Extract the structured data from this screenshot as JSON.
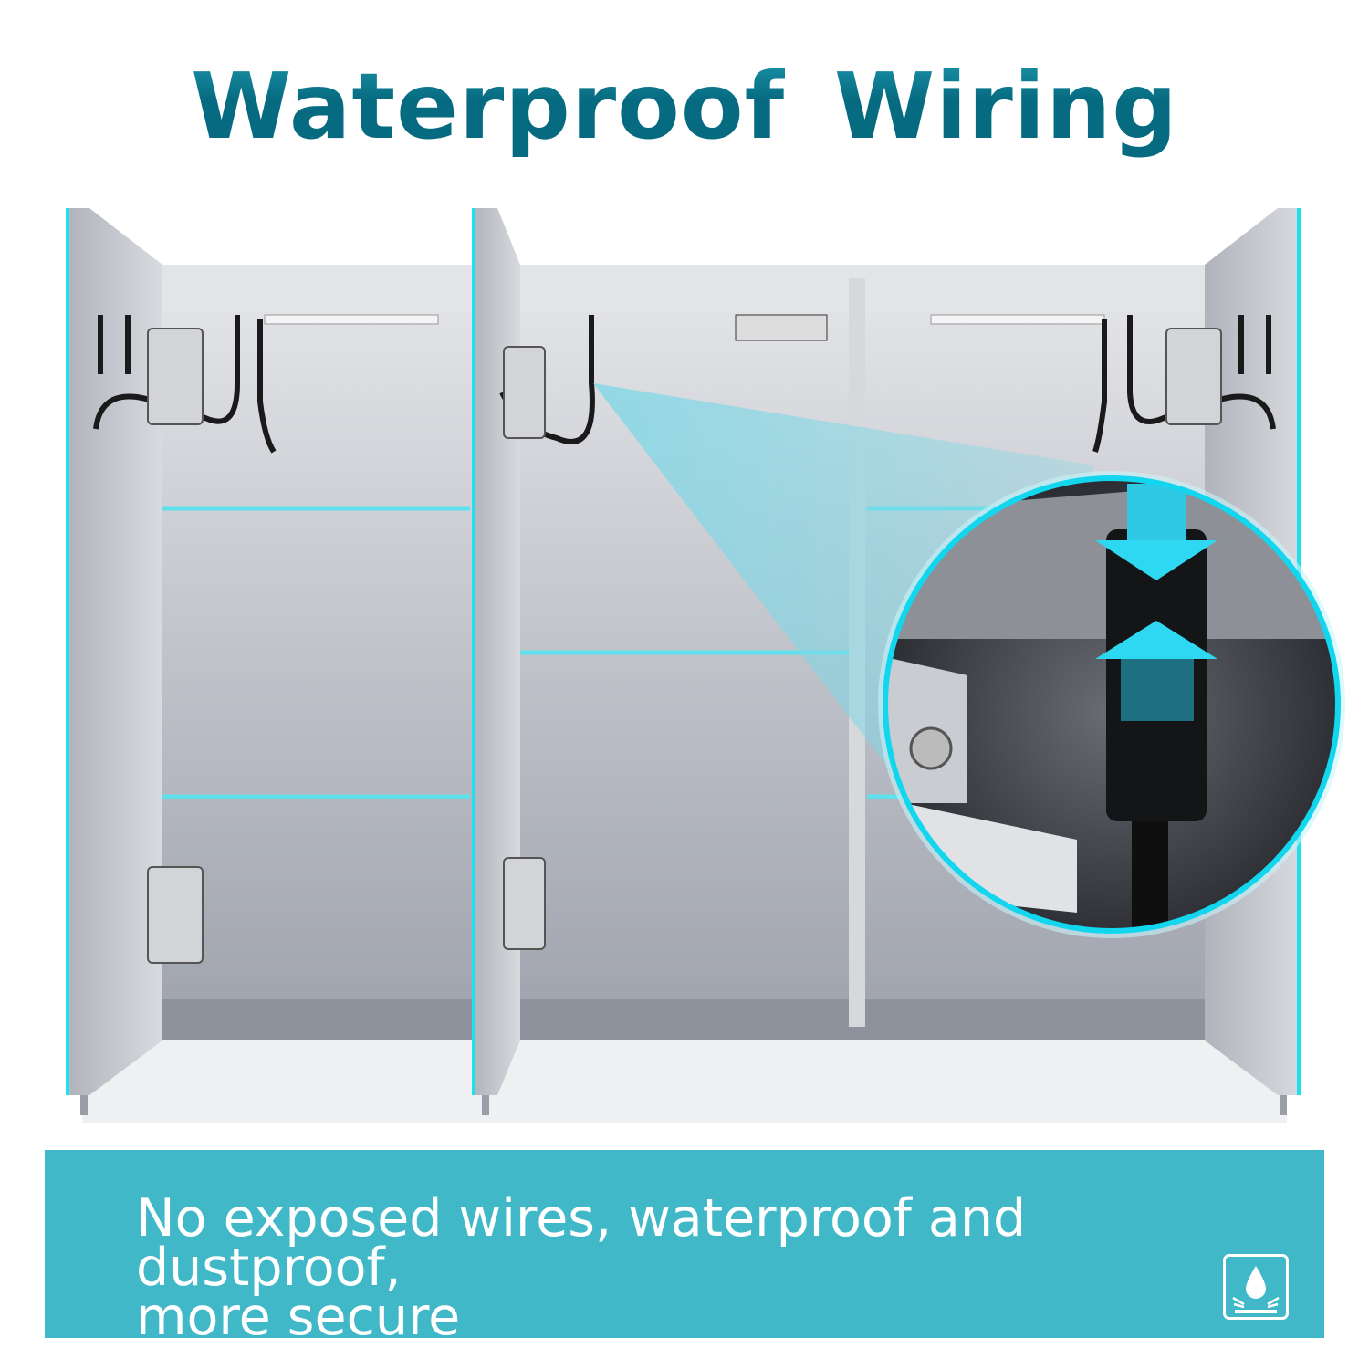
{
  "title": "Waterproof Wiring",
  "banner": {
    "line1": "No exposed wires, waterproof and dustproof,",
    "line2": "more secure",
    "icon": "waterproof-drop-icon"
  },
  "colors": {
    "title": "#066a80",
    "banner": "#41b8c8",
    "accent": "#00d8f0"
  }
}
